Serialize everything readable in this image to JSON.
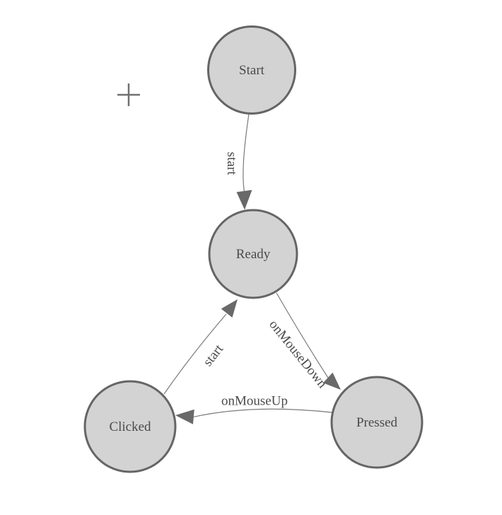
{
  "diagram": {
    "type": "state-machine-graph",
    "nodes": [
      {
        "id": "start",
        "label": "Start"
      },
      {
        "id": "ready",
        "label": "Ready"
      },
      {
        "id": "clicked",
        "label": "Clicked"
      },
      {
        "id": "pressed",
        "label": "Pressed"
      }
    ],
    "edges": [
      {
        "from": "start",
        "to": "ready",
        "label": "start"
      },
      {
        "from": "ready",
        "to": "pressed",
        "label": "onMouseDown"
      },
      {
        "from": "pressed",
        "to": "clicked",
        "label": "onMouseUp"
      },
      {
        "from": "clicked",
        "to": "ready",
        "label": "start"
      }
    ],
    "colors": {
      "background": "#ffffff",
      "node_fill": "#d3d3d3",
      "node_border": "#656565",
      "edge_line": "#7a7a7a",
      "arrowhead": "#696969",
      "label_text": "#4a4a4a",
      "crosshair": "#707070"
    },
    "cursor_marker": "crosshair-plus"
  }
}
